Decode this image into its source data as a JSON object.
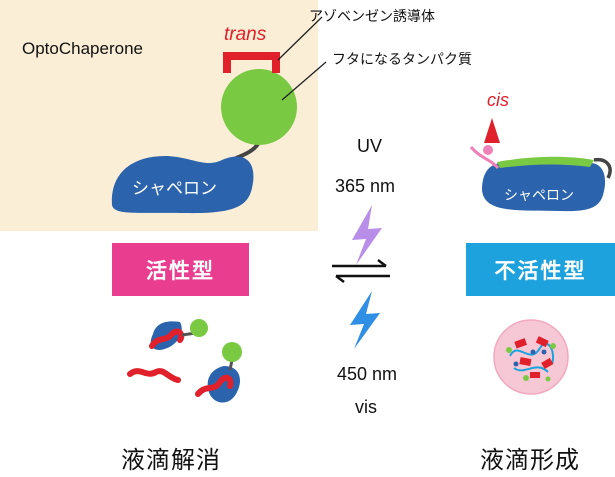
{
  "diagram": {
    "title": "OptoChaperone",
    "labels": {
      "azobenzene": "アゾベンゼン誘導体",
      "lid_protein": "フタになるタンパク質",
      "trans": "trans",
      "cis": "cis",
      "chaperone": "シャペロン"
    },
    "light": {
      "uv": "UV",
      "uv_wavelength": "365 nm",
      "vis_wavelength": "450 nm",
      "vis": "vis"
    },
    "states": {
      "active": "活性型",
      "inactive": "不活性型"
    },
    "results": {
      "left": "液滴解消",
      "right": "液滴形成"
    },
    "colors": {
      "panel": "#fbeed6",
      "active": "#e93d8f",
      "inactive": "#1ea2dd",
      "chaperone": "#2b63ad",
      "lid": "#7ac943",
      "trans_cis": "#e0202a",
      "uv_bolt": "#b98ee8",
      "vis_bolt": "#2f8fe4"
    }
  }
}
